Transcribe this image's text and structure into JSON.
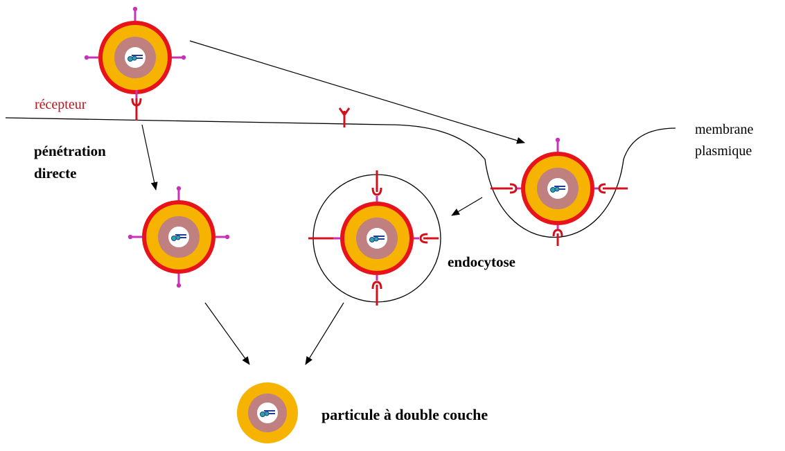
{
  "labels": {
    "receptor": "récepteur",
    "direct_line1": "pénétration",
    "direct_line2": "directe",
    "membrane_line1": "membrane",
    "membrane_line2": "plasmique",
    "endocytosis": "endocytose",
    "particle": "particule à double couche"
  },
  "colors": {
    "outer_ring": "#e8121a",
    "middle_layer": "#f6b400",
    "inner_layer": "#c08080",
    "core": "#ffffff",
    "spike": "#c832b4",
    "receptor": "#d4101c",
    "label_red": "#c0121a",
    "line": "#000000",
    "genome_blue": "#1f3c9a",
    "genome_teal": "#2aa6a0"
  }
}
